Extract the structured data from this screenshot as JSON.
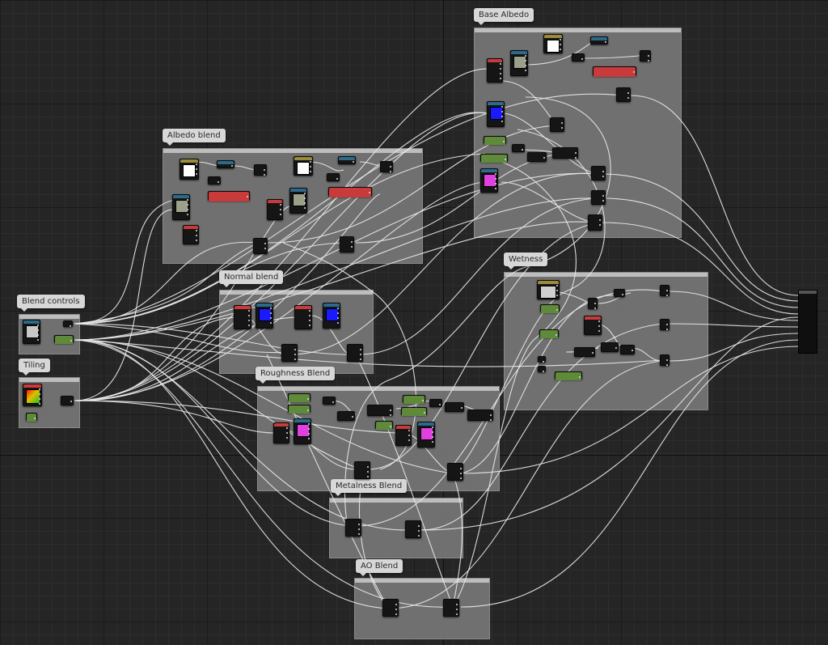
{
  "comments": [
    {
      "id": "base-albedo",
      "label": "Base Albedo"
    },
    {
      "id": "albedo-blend",
      "label": "Albedo blend"
    },
    {
      "id": "wetness",
      "label": "Wetness"
    },
    {
      "id": "normal-blend",
      "label": "Normal blend"
    },
    {
      "id": "blend-controls",
      "label": "Blend controls"
    },
    {
      "id": "tiling",
      "label": "Tiling"
    },
    {
      "id": "roughness-blend",
      "label": "Roughness Blend"
    },
    {
      "id": "metalness-blend",
      "label": "Metalness Blend"
    },
    {
      "id": "ao-blend",
      "label": "AO Blend"
    }
  ],
  "colors": {
    "background": "#252525",
    "comment_box": "#767676",
    "comment_bubble": "#d7d7d7",
    "wire": "#e8e8e8",
    "header_texture": "#2b6a8a",
    "header_param": "#c93a3a",
    "header_math": "#5f8a3a",
    "header_const": "#9a8a3a",
    "blue_swatch": "#1a1aff",
    "magenta_swatch": "#e040e0"
  }
}
